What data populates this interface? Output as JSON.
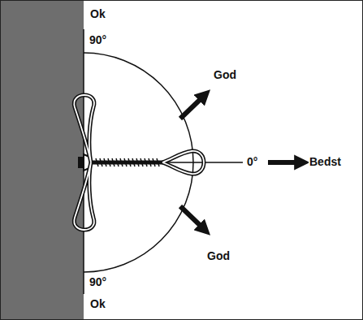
{
  "diagram": {
    "labels": [
      "Ok",
      "90°",
      "God",
      "0°",
      "Bedst",
      "God",
      "90°",
      "Ok"
    ]
  }
}
